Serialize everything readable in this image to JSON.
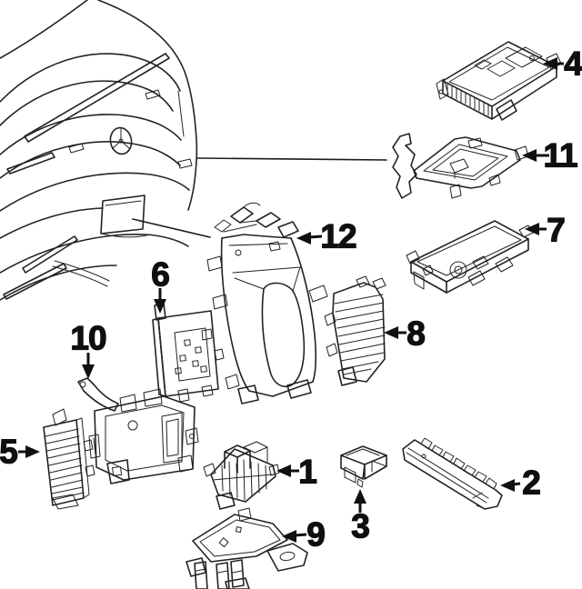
{
  "canvas": {
    "background_color": "#ffffff",
    "line_color": "#232323",
    "label_color": "#0f0f0f"
  },
  "vehicle": {
    "name": "car-rear-quarter-view",
    "emblem_icon": "mercedes-star"
  },
  "callouts": {
    "c1": {
      "label": "1",
      "part_icon": "relay-module-block"
    },
    "c2": {
      "label": "2",
      "part_icon": "long-control-module"
    },
    "c3": {
      "label": "3",
      "part_icon": "small-control-unit"
    },
    "c4": {
      "label": "4",
      "part_icon": "ecu-control-module"
    },
    "c5": {
      "label": "5",
      "part_icon": "finned-control-module"
    },
    "c6": {
      "label": "6",
      "part_icon": "flat-plate-module"
    },
    "c7": {
      "label": "7",
      "part_icon": "control-module-box"
    },
    "c8": {
      "label": "8",
      "part_icon": "finned-amplifier-module"
    },
    "c9": {
      "label": "9",
      "part_icon": "lower-mounting-bracket"
    },
    "c10": {
      "label": "10",
      "part_icon": "bracket-assembly"
    },
    "c11": {
      "label": "11",
      "part_icon": "support-bracket-frame"
    },
    "c12": {
      "label": "12",
      "part_icon": "tall-mounting-bracket"
    }
  }
}
